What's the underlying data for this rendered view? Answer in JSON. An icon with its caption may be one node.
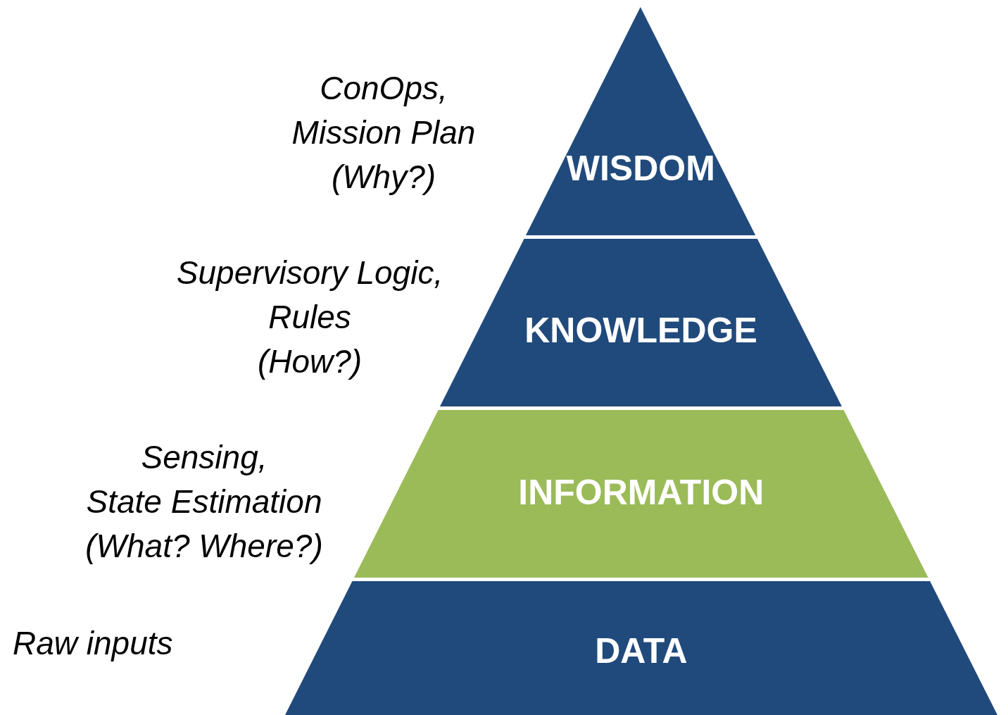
{
  "diagram": {
    "nodes": [
      {
        "text": [
          "WISDOM"
        ],
        "beside": [
          "ConOps, Mission Plan (Why?)"
        ]
      },
      {
        "text": [
          "KNOWLEDGE"
        ],
        "beside": [
          "Supervisory Logic, Rules (How?)"
        ]
      },
      {
        "text": [
          "INFORMATION"
        ],
        "beside": [
          "Sensing, State Estimation (What? Where?)"
        ]
      },
      {
        "text": [
          "DATA"
        ],
        "beside": [
          "Raw inputs"
        ]
      }
    ]
  }
}
